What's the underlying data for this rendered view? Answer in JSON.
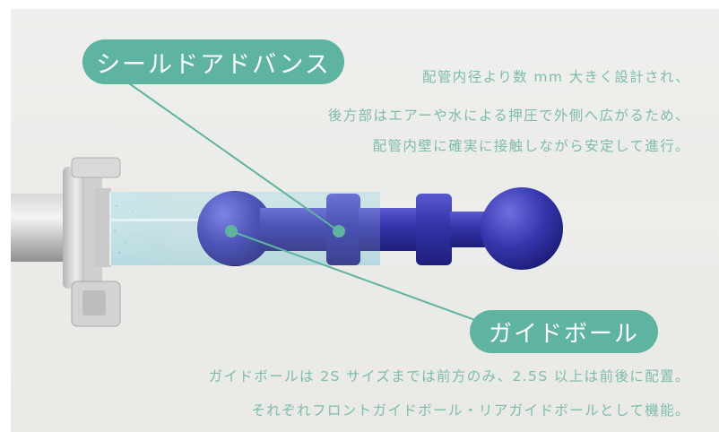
{
  "labels": {
    "seal_advance": "シールドアドバンス",
    "guide_ball": "ガイドボール"
  },
  "captions": {
    "seal": [
      "配管内径より数 mm 大きく設計され、",
      "後方部はエアーや水による押圧で外側へ広がるため、",
      "配管内壁に確実に接触しながら安定して進行。"
    ],
    "guide": [
      "ガイドボールは 2S サイズまでは前方のみ、2.5S 以上は前後に配置。",
      "それぞれフロントガイドボール・リアガイドボールとして機能。"
    ]
  },
  "colors": {
    "accent": "#5fb3a1",
    "caption_text": "#7fbcad",
    "device_blue": "#3a3aa8",
    "background": "#ebebe8"
  }
}
